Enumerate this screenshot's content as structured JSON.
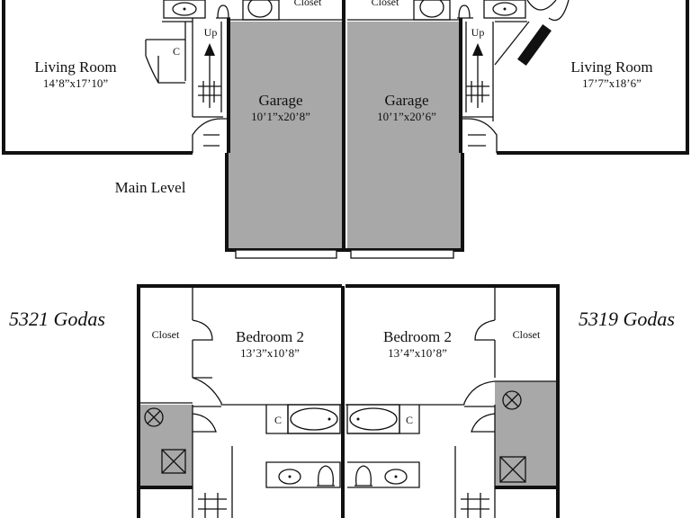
{
  "main_level": {
    "label": "Main Level",
    "left_unit": {
      "living_room": {
        "name": "Living Room",
        "dims": "14’8”x17’10”"
      },
      "garage": {
        "name": "Garage",
        "dims": "10’1”x20’8”"
      },
      "closet": "Closet",
      "c_label": "C",
      "stair_label": "Up"
    },
    "right_unit": {
      "living_room": {
        "name": "Living Room",
        "dims": "17’7”x18’6”"
      },
      "garage": {
        "name": "Garage",
        "dims": "10’1”x20’6”"
      },
      "closet": "Closet",
      "stair_label": "Up"
    }
  },
  "upper_level": {
    "left_unit": {
      "address": "5321 Godas",
      "closet": "Closet",
      "bedroom": {
        "name": "Bedroom 2",
        "dims": "13’3”x10’8”"
      },
      "c_label": "C"
    },
    "right_unit": {
      "address": "5319 Godas",
      "closet": "Closet",
      "bedroom": {
        "name": "Bedroom 2",
        "dims": "13’4”x10’8”"
      },
      "c_label": "C"
    }
  }
}
